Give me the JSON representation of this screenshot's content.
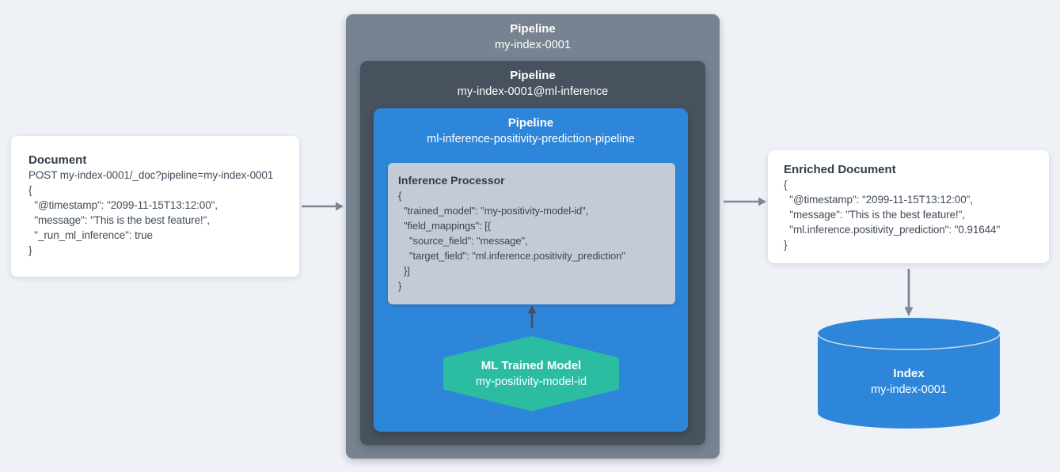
{
  "colors": {
    "background": "#eef1f6",
    "outer_pipeline_box": "#778390",
    "inner_pipeline_box": "#47525e",
    "ml_pipeline_box": "#2e86da",
    "processor_box": "#c3ccd6",
    "model_hexagon": "#2cbca2",
    "index_cylinder": "#2e86da",
    "arrow_gray": "#7b8794",
    "arrow_dark": "#49505a",
    "card_background": "#ffffff",
    "dark_text": "#3e4956",
    "white_text": "#ffffff"
  },
  "document": {
    "title": "Document",
    "lines": [
      "POST my-index-0001/_doc?pipeline=my-index-0001",
      "{",
      "  \"@timestamp\": \"2099-11-15T13:12:00\",",
      "  \"message\": \"This is the best feature!\",",
      "  \"_run_ml_inference\": true",
      "}"
    ]
  },
  "outer_pipeline": {
    "title": "Pipeline",
    "name": "my-index-0001"
  },
  "inner_pipeline": {
    "title": "Pipeline",
    "name": "my-index-0001@ml-inference"
  },
  "ml_pipeline": {
    "title": "Pipeline",
    "name": "ml-inference-positivity-prediction-pipeline"
  },
  "inference_processor": {
    "title": "Inference Processor",
    "lines": [
      "{",
      "  \"trained_model\": \"my-positivity-model-id\",",
      "  \"field_mappings\": [{",
      "    \"source_field\": \"message\",",
      "    \"target_field\": \"ml.inference.positivity_prediction\"",
      "  }]",
      "}"
    ]
  },
  "ml_model": {
    "title": "ML Trained Model",
    "name": "my-positivity-model-id"
  },
  "enriched_document": {
    "title": "Enriched Document",
    "lines": [
      "{",
      "  \"@timestamp\": \"2099-11-15T13:12:00\",",
      "  \"message\": \"This is the best feature!\",",
      "  \"ml.inference.positivity_prediction\": \"0.91644\"",
      "}"
    ]
  },
  "index": {
    "title": "Index",
    "name": "my-index-0001"
  }
}
